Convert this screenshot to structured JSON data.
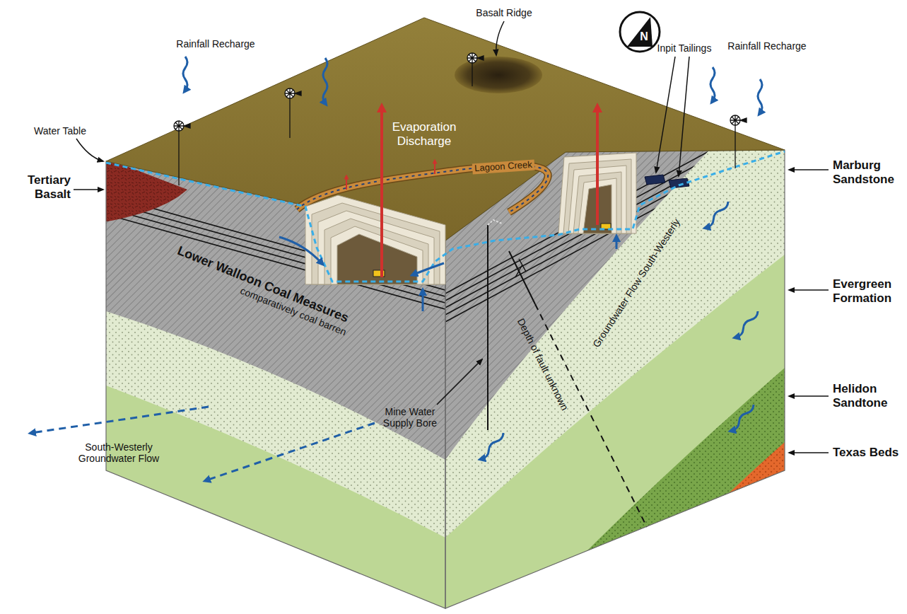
{
  "diagram": {
    "labels": [
      "Rainfall Recharge",
      "Basalt Ridge",
      "Inpit Tailings",
      "Rainfall Recharge",
      "Water Table",
      "Tertiary Basalt",
      "Evaporation Discharge",
      "Lagoon Creek",
      "Marburg Sandstone",
      "Evergreen Formation",
      "Helidon Sandtone",
      "Texas Beds",
      "Lower Walloon Coal Measures",
      "comparatively coal barren",
      "Depth of fault unknown",
      "Groundwater Flow South-Westerly",
      "Mine Water Supply Bore",
      "South-Westerly Groundwater Flow",
      "N"
    ]
  }
}
